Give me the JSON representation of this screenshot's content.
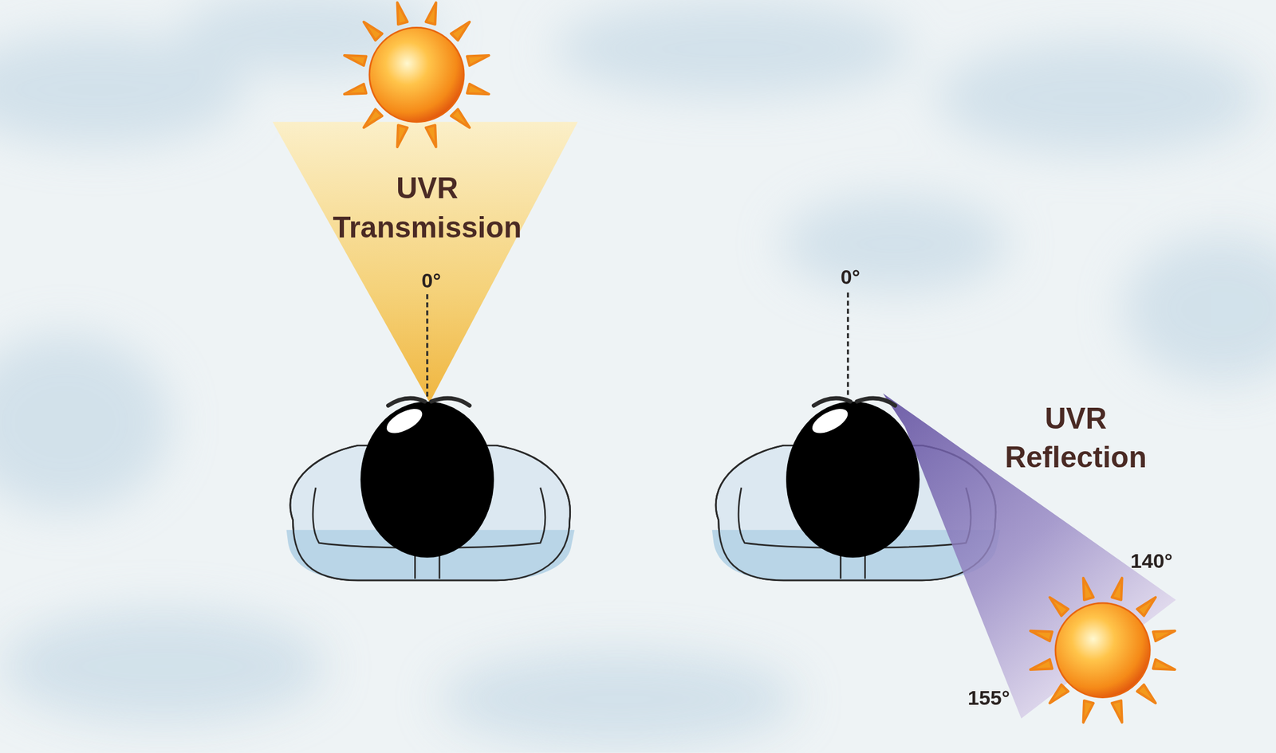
{
  "diagram": {
    "labels": [
      "UVR Transmission",
      "0°",
      "0°",
      "UVR Reflection",
      "140°",
      "155°"
    ]
  }
}
